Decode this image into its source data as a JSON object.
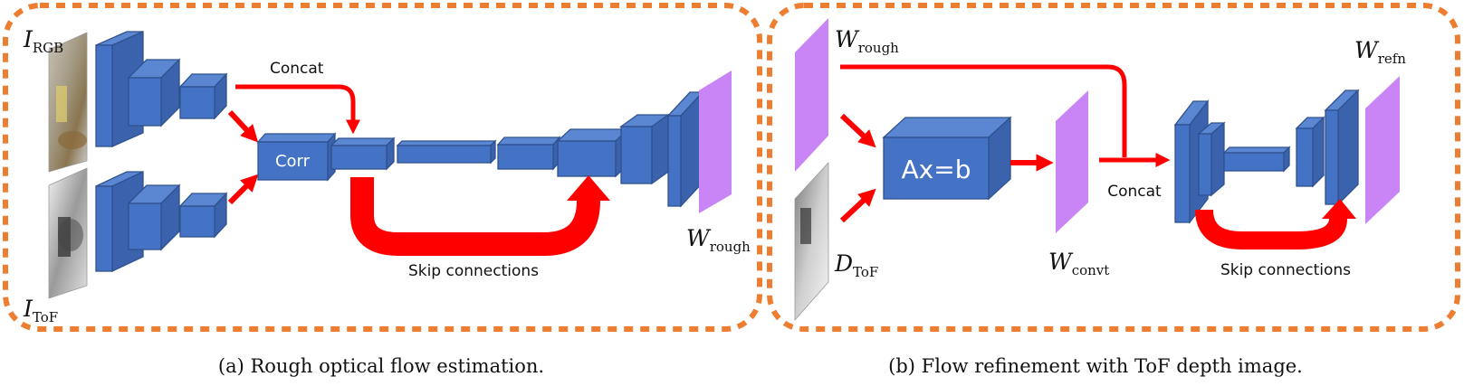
{
  "panel_a": {
    "caption": "(a) Rough optical flow estimation.",
    "input_rgb": {
      "symbol": "I",
      "subscript": "RGB"
    },
    "input_tof": {
      "symbol": "I",
      "subscript": "ToF"
    },
    "output": {
      "symbol": "W",
      "subscript": "rough"
    },
    "corr_label": "Corr",
    "concat_label": "Concat",
    "skip_label": "Skip connections"
  },
  "panel_b": {
    "caption": "(b) Flow refinement with ToF depth image.",
    "input_flow": {
      "symbol": "W",
      "subscript": "rough"
    },
    "input_depth": {
      "symbol": "D",
      "subscript": "ToF"
    },
    "solver_label": "Ax=b",
    "converted": {
      "symbol": "W",
      "subscript": "convt"
    },
    "output": {
      "symbol": "W",
      "subscript": "refn"
    },
    "concat_label": "Concat",
    "skip_label": "Skip connections"
  },
  "colors": {
    "border": "#ed7d31",
    "block": "#4472c4",
    "arrow": "#ff0000",
    "flow_map": "#c985f5"
  }
}
